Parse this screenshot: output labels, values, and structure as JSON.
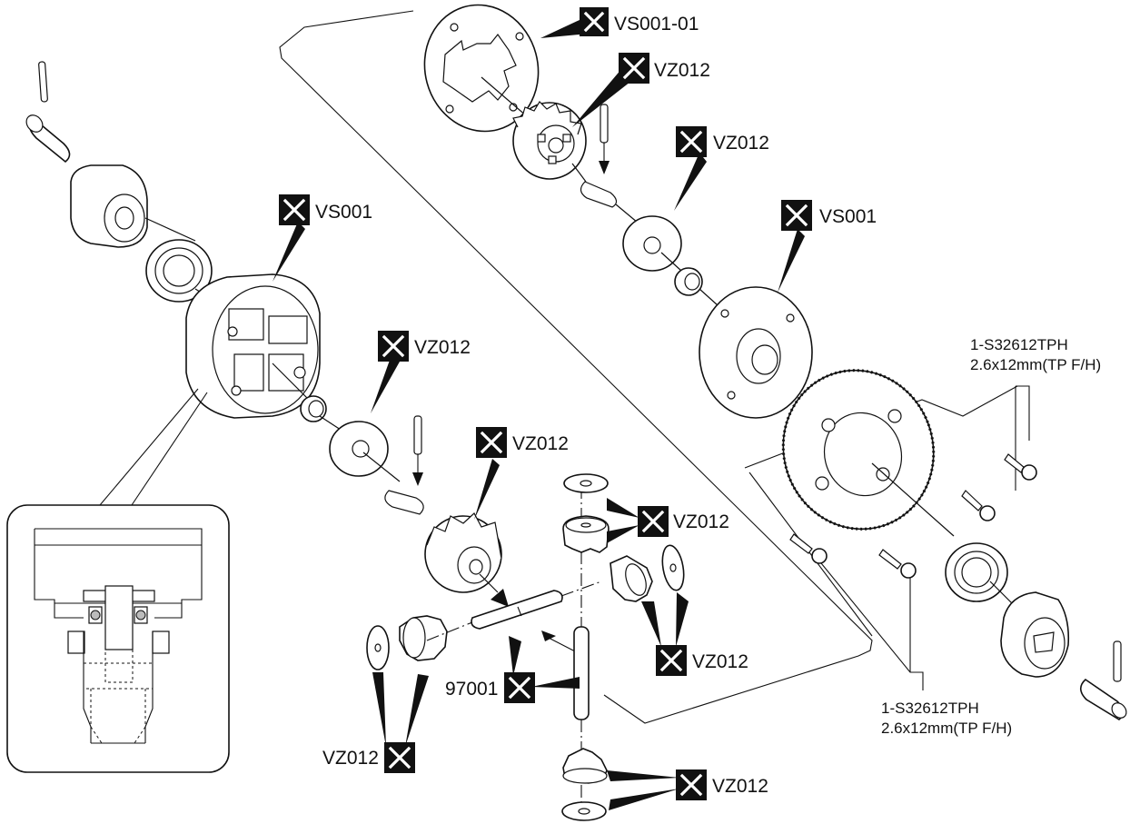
{
  "callouts": {
    "vs001_01_top": "VS001-01",
    "vz012_pinion_top": "VZ012",
    "vz012_washer_right": "VZ012",
    "vs001_right": "VS001",
    "vs001_left": "VS001",
    "vz012_washer_left": "VZ012",
    "vz012_bevel_center": "VZ012",
    "vz012_upper_gear": "VZ012",
    "vz012_right_gear": "VZ012",
    "vz012_left_gear": "VZ012",
    "part_97001": "97001",
    "vz012_bottom_gear": "VZ012"
  },
  "screw_labels": {
    "upper_code": "1-S32612TPH",
    "upper_size": "2.6x12mm(TP F/H)",
    "lower_code": "1-S32612TPH",
    "lower_size": "2.6x12mm(TP F/H)"
  },
  "icons": {
    "marker": "x-box-icon"
  }
}
